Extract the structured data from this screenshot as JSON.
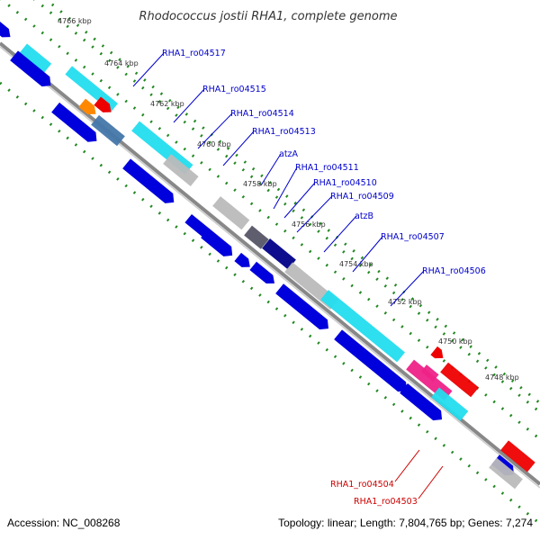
{
  "title": "Rhodococcus jostii RHA1, complete genome",
  "footer": {
    "accession": "Accession: NC_008268",
    "summary": "Topology: linear; Length: 7,804,765 bp; Genes: 7,274"
  },
  "ticks": [
    "4766 kbp",
    "4764 kbp",
    "4762 kbp",
    "4760 kbp",
    "4758 kbp",
    "4756 kbp",
    "4754 kbp",
    "4752 kbp",
    "4750 kbp",
    "4748 kbp"
  ],
  "labels": [
    {
      "text": "RHA1_ro04517",
      "color": "#0000cc"
    },
    {
      "text": "RHA1_ro04515",
      "color": "#0000cc"
    },
    {
      "text": "RHA1_ro04514",
      "color": "#0000cc"
    },
    {
      "text": "RHA1_ro04513",
      "color": "#0000cc"
    },
    {
      "text": "atzA",
      "color": "#0000cc"
    },
    {
      "text": "RHA1_ro04511",
      "color": "#0000cc"
    },
    {
      "text": "RHA1_ro04510",
      "color": "#0000cc"
    },
    {
      "text": "RHA1_ro04509",
      "color": "#0000cc"
    },
    {
      "text": "atzB",
      "color": "#0000cc"
    },
    {
      "text": "RHA1_ro04507",
      "color": "#0000cc"
    },
    {
      "text": "RHA1_ro04506",
      "color": "#0000cc"
    },
    {
      "text": "RHA1_ro04504",
      "color": "#cc0000"
    },
    {
      "text": "RHA1_ro04503",
      "color": "#cc0000"
    }
  ],
  "colors": {
    "backbone": "#888888",
    "gene_blue": "#0000dd",
    "gene_cyan": "#22ddee",
    "gene_gray": "#bbbbbb",
    "gene_dark_gray": "#555566",
    "gene_navy": "#000088",
    "gene_pink": "#ee2288",
    "gene_red": "#ee0000",
    "gene_orange": "#ff8800",
    "gene_steel": "#4477aa",
    "dot_green": "#228822"
  }
}
